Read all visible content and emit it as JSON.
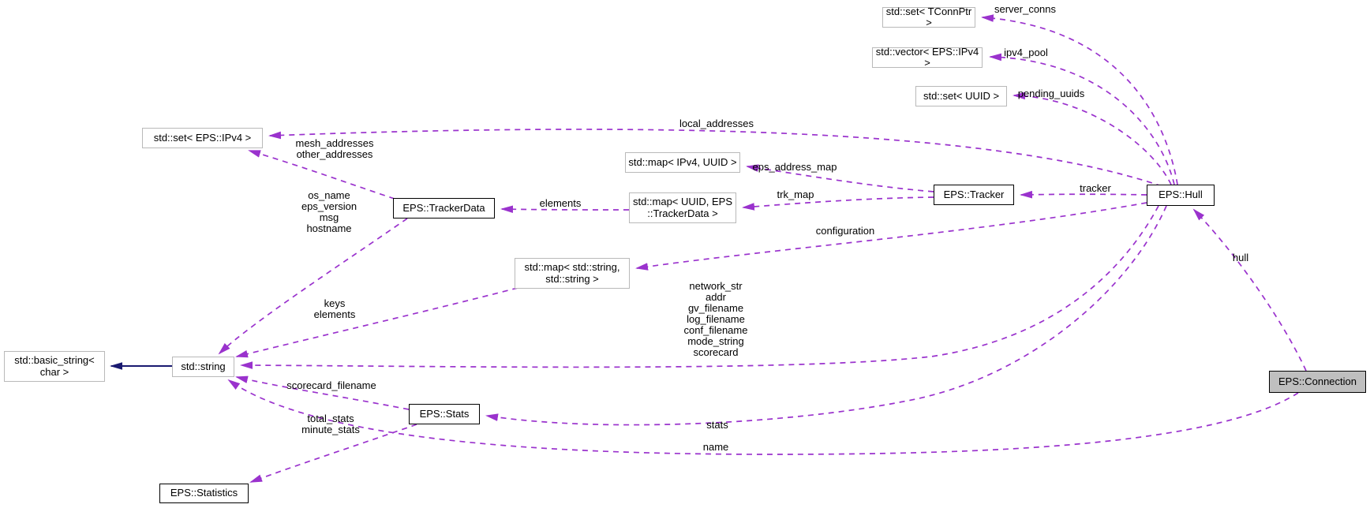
{
  "diagram": {
    "kind": "collaboration-graph",
    "focus_class": "EPS::Connection",
    "colors": {
      "usage_edge": "#9a32cd",
      "inheritance_edge": "#191970",
      "node_background": "#ffffff",
      "node_border_external": "#b9b9b9",
      "node_border_class": "#000000",
      "focus_node_fill": "#bfbfbf",
      "background": "#ffffff"
    },
    "nodes": [
      {
        "id": "set-tconnptr",
        "label": "std::set< TConnPtr >",
        "kind": "ext"
      },
      {
        "id": "vector-eps-ipv4",
        "label": "std::vector< EPS::IPv4 >",
        "kind": "ext"
      },
      {
        "id": "set-uuid",
        "label": "std::set< UUID >",
        "kind": "ext"
      },
      {
        "id": "set-eps-ipv4",
        "label": "std::set< EPS::IPv4 >",
        "kind": "ext"
      },
      {
        "id": "map-ipv4-uuid",
        "label": "std::map< IPv4, UUID >",
        "kind": "ext"
      },
      {
        "id": "trackerdata",
        "label": "EPS::TrackerData",
        "kind": "cls"
      },
      {
        "id": "map-uuid-td",
        "label": "std::map< UUID, EPS\n::TrackerData >",
        "kind": "ext"
      },
      {
        "id": "tracker",
        "label": "EPS::Tracker",
        "kind": "cls"
      },
      {
        "id": "hull",
        "label": "EPS::Hull",
        "kind": "cls"
      },
      {
        "id": "map-string-string",
        "label": "std::map< std::string,\nstd::string >",
        "kind": "ext"
      },
      {
        "id": "basic-string",
        "label": "std::basic_string<\nchar >",
        "kind": "ext"
      },
      {
        "id": "string",
        "label": "std::string",
        "kind": "ext"
      },
      {
        "id": "stats",
        "label": "EPS::Stats",
        "kind": "cls"
      },
      {
        "id": "statistics",
        "label": "EPS::Statistics",
        "kind": "cls"
      },
      {
        "id": "connection",
        "label": "EPS::Connection",
        "kind": "focus"
      }
    ],
    "edge_labels": [
      {
        "id": "server_conns",
        "text": "server_conns"
      },
      {
        "id": "ipv4_pool",
        "text": "ipv4_pool"
      },
      {
        "id": "pending_uuids",
        "text": "pending_uuids"
      },
      {
        "id": "local_addresses",
        "text": "local_addresses"
      },
      {
        "id": "mesh_other",
        "text": "mesh_addresses\nother_addresses"
      },
      {
        "id": "eps_address_map",
        "text": "eps_address_map"
      },
      {
        "id": "trk_map",
        "text": "trk_map"
      },
      {
        "id": "tracker_lbl",
        "text": "tracker"
      },
      {
        "id": "elements_lbl",
        "text": "elements"
      },
      {
        "id": "configuration",
        "text": "configuration"
      },
      {
        "id": "trackerdata_fields",
        "text": "os_name\neps_version\nmsg\nhostname"
      },
      {
        "id": "hull_string_fields",
        "text": "network_str\naddr\ngv_filename\nlog_filename\nconf_filename\nmode_string\nscorecard"
      },
      {
        "id": "keys_elements",
        "text": "keys\nelements"
      },
      {
        "id": "scorecard_filename",
        "text": "scorecard_filename"
      },
      {
        "id": "hull_lbl",
        "text": "hull"
      },
      {
        "id": "stats_lbl",
        "text": "stats"
      },
      {
        "id": "name_lbl",
        "text": "name"
      },
      {
        "id": "total_minute",
        "text": "total_stats\nminute_stats"
      }
    ]
  }
}
